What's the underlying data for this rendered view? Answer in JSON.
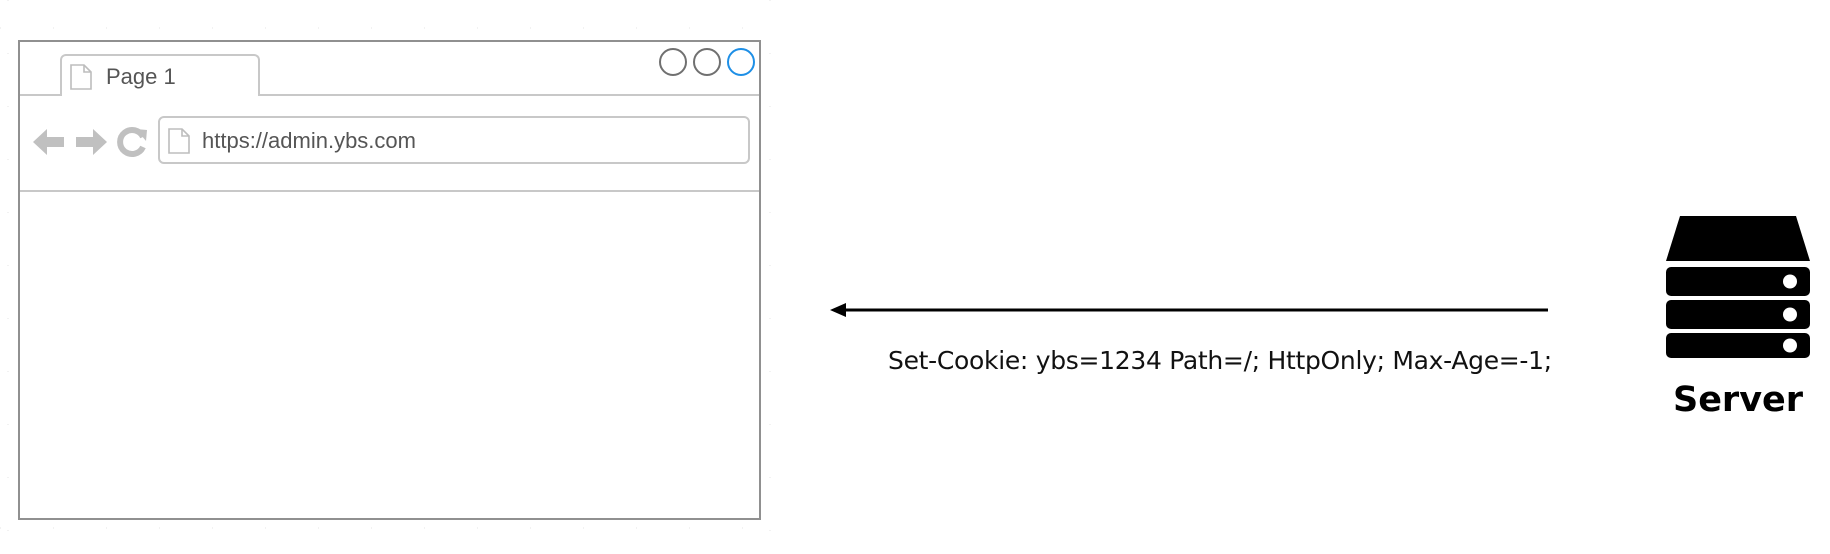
{
  "browser": {
    "tab_label": "Page 1",
    "url": "https://admin.ybs.com",
    "window_controls": [
      "minimize",
      "maximize",
      "close"
    ],
    "nav_icons": [
      "back-arrow-icon",
      "forward-arrow-icon",
      "reload-icon"
    ]
  },
  "message": {
    "direction": "server-to-browser",
    "label": "Set-Cookie: ybs=1234 Path=/; HttpOnly; Max-Age=-1;"
  },
  "server": {
    "label": "Server",
    "icon": "server-icon"
  },
  "colors": {
    "frame_border": "#909090",
    "chrome_gray": "#c8c8c8",
    "nav_icon_gray": "#c0c0c0",
    "accent_blue": "#1e8fe6",
    "arrow": "#000000",
    "server": "#000000"
  }
}
